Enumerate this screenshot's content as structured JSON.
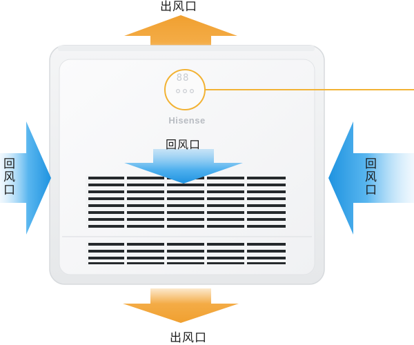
{
  "labels": {
    "outlet_top": "出风口",
    "outlet_bottom": "出风口",
    "return_left": "回风口",
    "return_right": "回风口",
    "return_center": "回风口"
  },
  "unit": {
    "brand": "Hisense",
    "display_readout": "88"
  },
  "colors": {
    "outlet_arrow": "#f3a73c",
    "return_arrow": "#2f9ee6",
    "callout_line": "#f2b233",
    "panel": "#f7f8f9",
    "grille": "#222629"
  },
  "icons": [
    "display-panel-icon",
    "callout-line-icon"
  ]
}
